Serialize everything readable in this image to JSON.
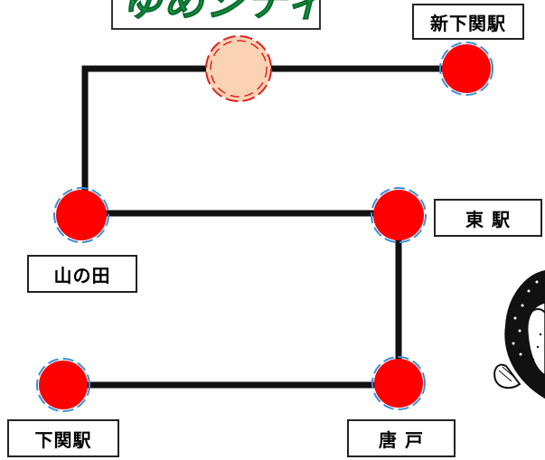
{
  "title": "ゆめシティ",
  "stations": {
    "shin_shimonoseki": "新下関駅",
    "higashi_eki": "東 駅",
    "yamanota": "山の田",
    "shimonoseki": "下関駅",
    "karato": "唐 戸"
  },
  "colors": {
    "station_fill": "#ff0000",
    "station_ring": "#3a8fd6",
    "highlight_fill": "#f9d3b4",
    "highlight_ring": "#e02020",
    "line": "#111111",
    "title": "#16a34a"
  },
  "decoration": "fugu-icon"
}
